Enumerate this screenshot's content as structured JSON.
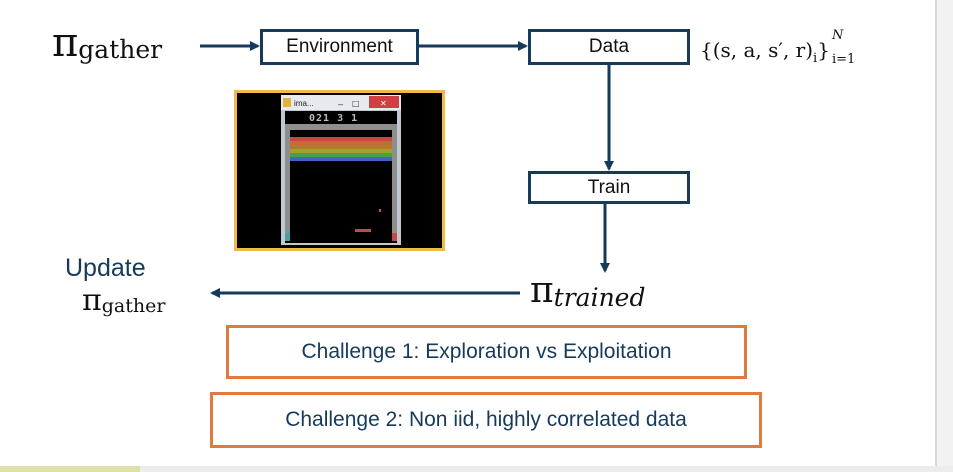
{
  "diagram": {
    "pi_gather": {
      "symbol": "π",
      "subscript": "gather"
    },
    "environment_label": "Environment",
    "data_label": "Data",
    "train_label": "Train",
    "dataset_formula": {
      "main": "{(s, a, s′, r)",
      "inner_sub": "i",
      "close": "}",
      "sub": "i=1",
      "sup": "N"
    },
    "update_label": "Update",
    "update_pi": {
      "symbol": "π",
      "subscript": "gather"
    },
    "pi_trained": {
      "symbol": "π",
      "subscript": "trained"
    }
  },
  "game_window": {
    "title": "ima...",
    "minimize": "–",
    "maximize": "□",
    "close": "✕",
    "score": "021 3 1",
    "brick_colors": [
      "#c84848",
      "#c66c3a",
      "#b47a30",
      "#a2a22a",
      "#48a048",
      "#4262c8"
    ]
  },
  "challenges": [
    "Challenge 1: Exploration vs Exploitation",
    "Challenge 2: Non iid, highly correlated data"
  ]
}
